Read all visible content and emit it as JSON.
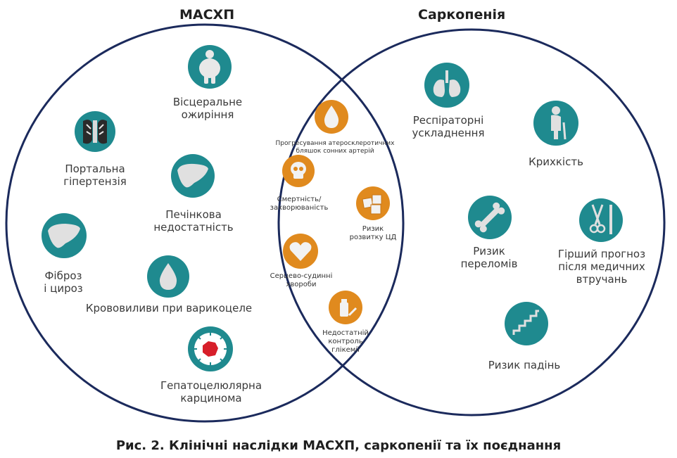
{
  "titles": {
    "left": "МАСХП",
    "right": "Саркопенія"
  },
  "colors": {
    "teal": "#1f8a8f",
    "orange": "#e08a1e",
    "circle": "#1b2a5c"
  },
  "masld": {
    "visceral": [
      "Вісцеральне",
      "ожиріння"
    ],
    "portal": [
      "Портальна",
      "гіпертензія"
    ],
    "liver_failure": [
      "Печінкова",
      "недостатність"
    ],
    "fibrosis": [
      "Фіброз",
      "і цироз"
    ],
    "bleeding": "Крововиливи при варикоцеле",
    "hcc": [
      "Гепатоцелюлярна",
      "карцинома"
    ]
  },
  "overlap": {
    "atherosclerosis": [
      "Прогресування атеросклеротичних",
      "бляшок сонних артерій"
    ],
    "mortality": [
      "Смертність/",
      "захворюваність"
    ],
    "diabetes": [
      "Ризик",
      "розвитку ЦД"
    ],
    "cardio": [
      "Серцево-судинні",
      "хвороби"
    ],
    "glycemia": [
      "Недостатній",
      "контроль",
      "глікемії"
    ]
  },
  "sarcopenia": {
    "respiratory": [
      "Респіраторні",
      "ускладнення"
    ],
    "frailty": "Крихкість",
    "fractures": [
      "Ризик",
      "переломів"
    ],
    "prognosis": [
      "Гірший прогноз",
      "після медичних",
      "втручань"
    ],
    "falls": "Ризик падінь"
  },
  "caption": "Рис. 2. Клінічні наслідки МАСХП, саркопенії та їх поєднання"
}
